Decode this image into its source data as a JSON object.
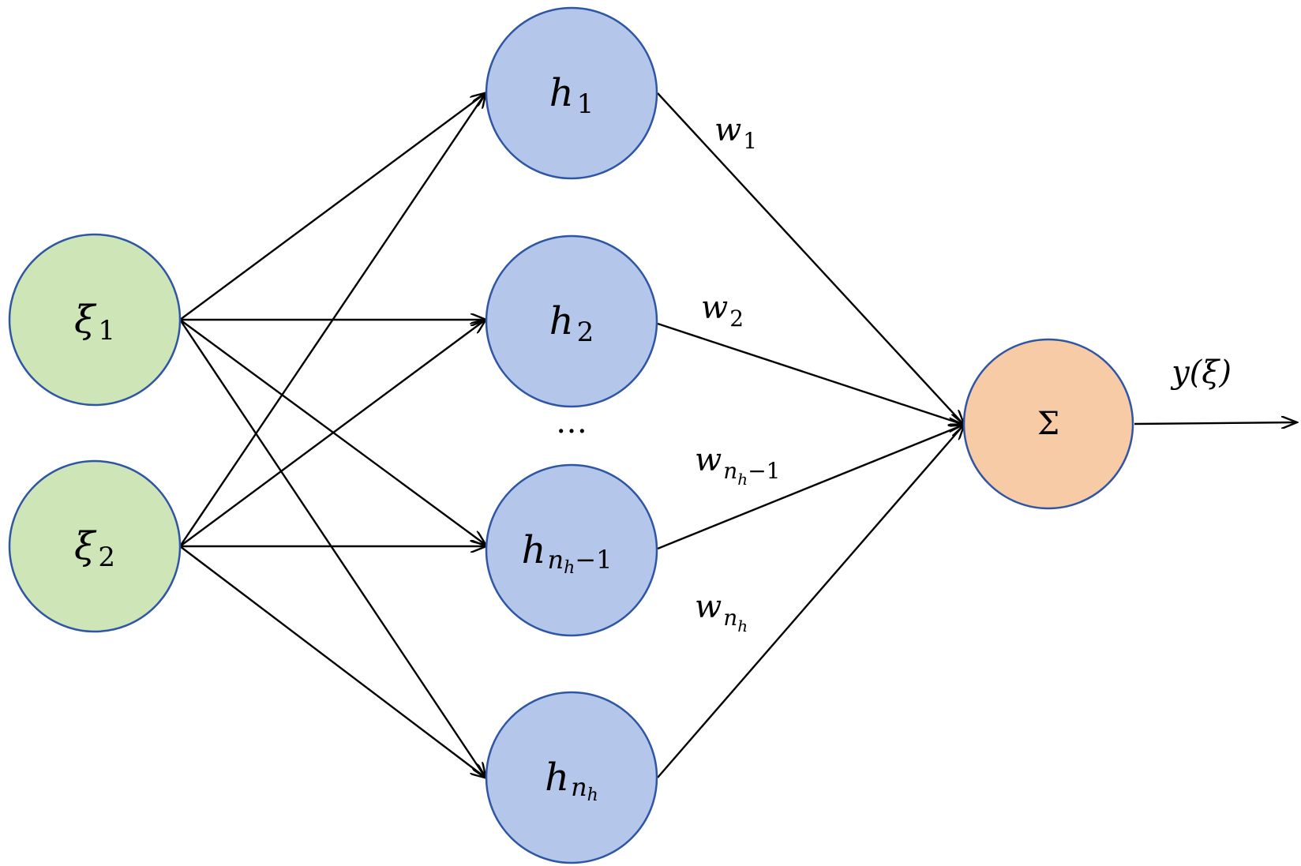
{
  "colors": {
    "input_fill": "#cde5b7",
    "hidden_fill": "#b4c6ea",
    "output_fill": "#f8cba7",
    "node_stroke": "#2f56a5",
    "edge": "#000000"
  },
  "inputs": [
    {
      "symbol": "ξ",
      "sub": "1"
    },
    {
      "symbol": "ξ",
      "sub": "2"
    }
  ],
  "hidden": [
    {
      "symbol": "h",
      "sub": "1",
      "subsub": "",
      "tail": ""
    },
    {
      "symbol": "h",
      "sub": "2",
      "subsub": "",
      "tail": ""
    },
    {
      "symbol": "h",
      "sub": "n",
      "subsub": "h",
      "tail": "−1"
    },
    {
      "symbol": "h",
      "sub": "n",
      "subsub": "h",
      "tail": ""
    }
  ],
  "ellipsis": "…",
  "weights": [
    {
      "symbol": "w",
      "sub": "1",
      "subsub": "",
      "tail": ""
    },
    {
      "symbol": "w",
      "sub": "2",
      "subsub": "",
      "tail": ""
    },
    {
      "symbol": "w",
      "sub": "n",
      "subsub": "h",
      "tail": "−1"
    },
    {
      "symbol": "w",
      "sub": "n",
      "subsub": "h",
      "tail": ""
    }
  ],
  "output": {
    "node_label": "Σ",
    "label": "y(ξ)"
  }
}
